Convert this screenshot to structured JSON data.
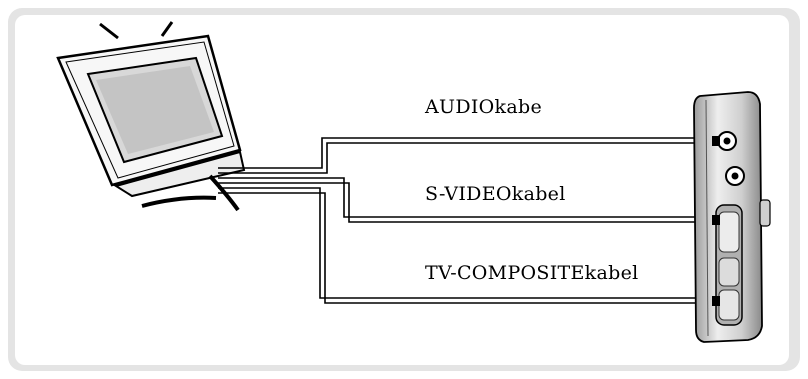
{
  "labels": {
    "audio_cable": "AUDIOkabe",
    "svideo_cable": "S-VIDEOkabel",
    "composite_cable": "TV-COMPOSITEkabel"
  },
  "colors": {
    "frame": "#e4e4e4",
    "line": "#000000",
    "device_body": "#c8c8c8"
  },
  "icons": [
    "television-icon",
    "portable-player-device-icon"
  ]
}
